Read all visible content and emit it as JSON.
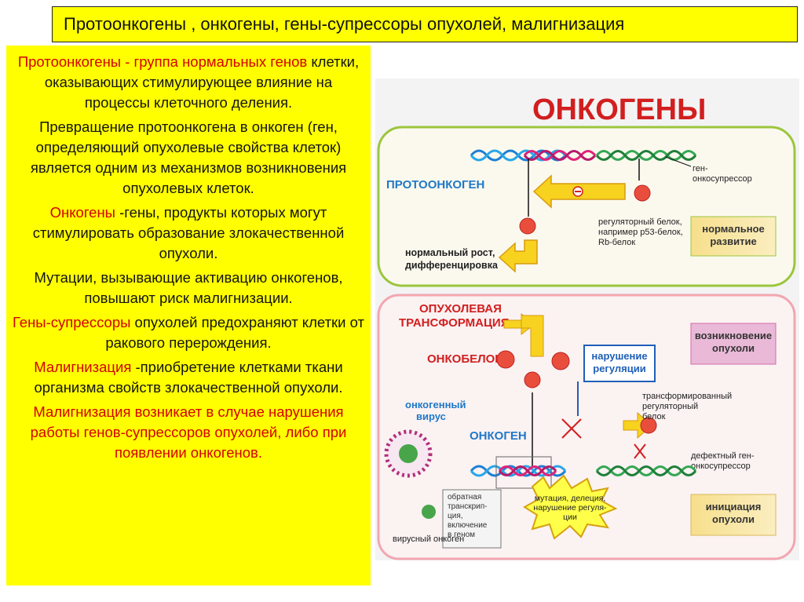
{
  "title": "Протоонкогены , онкогены, гены-супрессоры опухолей, малигнизация",
  "paragraphs": [
    {
      "lead": "Протоонкогены - группа нормальных генов",
      "rest": " клетки, оказывающих стимулирующее влияние на процессы клеточного деления."
    },
    {
      "lead": "",
      "rest": "Превращение протоонкогена в онкоген (ген, определяющий опухолевые свойства клеток) является одним из механизмов возникновения опухолевых клеток."
    },
    {
      "lead": "Онкогены",
      "rest": " -гены, продукты которых могут стимулировать образование злокачественной опухоли."
    },
    {
      "lead": "",
      "rest": "Мутации, вызывающие активацию онкогенов, повышают риск малигнизации."
    },
    {
      "lead": "Гены-супрессоры",
      "rest": " опухолей предохраняют клетки от ракового перерождения."
    },
    {
      "lead": "Малигнизация",
      "rest": " -приобретение клетками ткани организма свойств злокачественной опухоли."
    },
    {
      "lead": "Малигнизация возникает в случае нарушения работы генов-супрессоров опухолей, либо при появлении онкогенов.",
      "rest": ""
    }
  ],
  "diagram": {
    "heading": "ОНКОГЕНЫ",
    "protooncogene": "ПРОТООНКОГЕН",
    "suppressor": [
      "ген-",
      "онкосупрессор"
    ],
    "reg_protein": [
      "регуляторный белок,",
      "например р53-белок,",
      "Rb-белок"
    ],
    "normal_growth": [
      "нормальный рост,",
      "дифференцировка"
    ],
    "normal_dev": [
      "нормальное",
      "развитие"
    ],
    "tumor_transform": [
      "ОПУХОЛЕВАЯ",
      "ТРАНСФОРМАЦИЯ"
    ],
    "oncoprotein": "ОНКОБЕЛОК",
    "dysregulation": [
      "нарушение",
      "регуляции"
    ],
    "tumor_onset": [
      "возникновение",
      "опухоли"
    ],
    "onco_virus": [
      "онкогенный",
      "вирус"
    ],
    "oncogene": "ОНКОГЕН",
    "transformed_protein": [
      "трансформированный",
      "регуляторный",
      "белок"
    ],
    "defective": [
      "дефектный ген-",
      "онкосупрессор"
    ],
    "reverse_tx": [
      "обратная",
      "транскрип-",
      "ция,",
      "включение",
      "в геном"
    ],
    "mutation": [
      "мутация, делеция,",
      "нарушение регуля-",
      "ции"
    ],
    "viral_oncogene": "вирусный онкоген",
    "initiation": [
      "инициация",
      "опухоли"
    ]
  }
}
